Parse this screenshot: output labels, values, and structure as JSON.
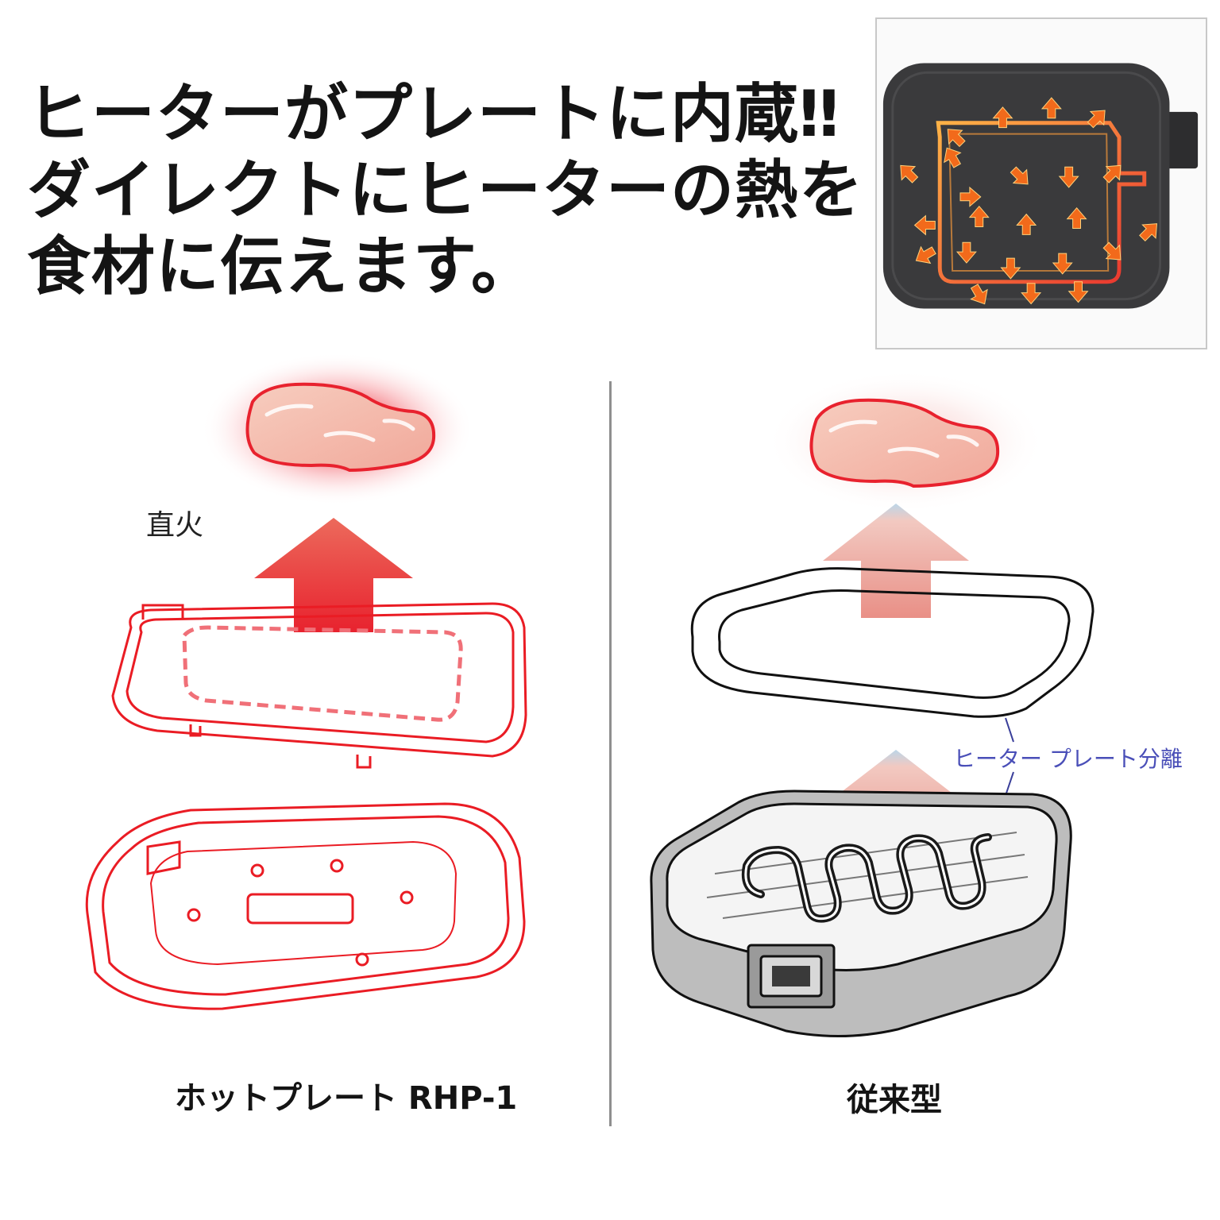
{
  "headline": {
    "line1": "ヒーターがプレートに内蔵‼",
    "line2": "ダイレクトにヒーターの熱を",
    "line3": "食材に伝えます。"
  },
  "labels": {
    "direct_fire": "直火",
    "separated": "ヒーター プレート分離",
    "left_product": "ホットプレート RHP-1",
    "right_product": "従来型"
  },
  "colors": {
    "heat_red": "#e8222e",
    "outline_red": "#ea1c24",
    "plate_dark": "#3a3a3c",
    "arrow_orange": "#f26a1b",
    "callout_blue": "#4a4fb8"
  }
}
